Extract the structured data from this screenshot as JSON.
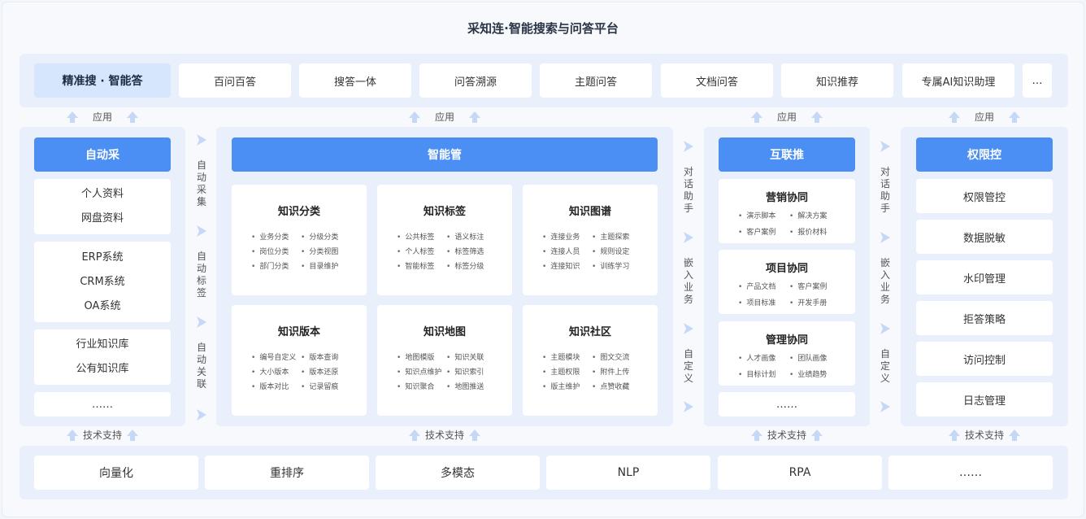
{
  "title": "采知连·智能搜索与问答平台",
  "top_row": {
    "highlight": "精准搜 · 智能答",
    "items": [
      "百问百答",
      "搜答一体",
      "问答溯源",
      "主题问答",
      "文档问答",
      "知识推荐",
      "专属AI知识助理",
      "…"
    ]
  },
  "labels": {
    "apply": "应用",
    "tech": "技术支持"
  },
  "col1": {
    "header": "自动采",
    "groups": [
      [
        "个人资料",
        "网盘资料"
      ],
      [
        "ERP系统",
        "CRM系统",
        "OA系统"
      ],
      [
        "行业知识库",
        "公有知识库"
      ],
      [
        "……"
      ]
    ]
  },
  "conn1": [
    "自动采集",
    "自动标签",
    "自动关联"
  ],
  "col2": {
    "header": "智能管",
    "cards": [
      {
        "title": "知识分类",
        "items": [
          "业务分类",
          "分级分类",
          "岗位分类",
          "分类视图",
          "部门分类",
          "目录维护"
        ]
      },
      {
        "title": "知识标签",
        "items": [
          "公共标签",
          "语义标注",
          "个人标签",
          "标签筛选",
          "智能标签",
          "标签分级"
        ]
      },
      {
        "title": "知识图谱",
        "items": [
          "连接业务",
          "主题探索",
          "连接人员",
          "规则设定",
          "连接知识",
          "训练学习"
        ]
      },
      {
        "title": "知识版本",
        "items": [
          "编号自定义",
          "版本查询",
          "大小版本",
          "版本还原",
          "版本对比",
          "记录留痕"
        ]
      },
      {
        "title": "知识地图",
        "items": [
          "地图模版",
          "知识关联",
          "知识点维护",
          "知识索引",
          "知识聚合",
          "地图推送"
        ]
      },
      {
        "title": "知识社区",
        "items": [
          "主题模块",
          "图文交流",
          "主题权限",
          "附件上传",
          "版主维护",
          "点赞收藏"
        ]
      }
    ]
  },
  "conn2": [
    "对话助手",
    "嵌入业务",
    "自定义"
  ],
  "col3": {
    "header": "互联推",
    "cards": [
      {
        "title": "营销协同",
        "items": [
          "演示脚本",
          "解决方案",
          "客户案例",
          "报价材料"
        ]
      },
      {
        "title": "项目协同",
        "items": [
          "产品文档",
          "客户案例",
          "项目标准",
          "开发手册"
        ]
      },
      {
        "title": "管理协同",
        "items": [
          "人才画像",
          "团队画像",
          "目标计划",
          "业绩趋势"
        ]
      }
    ],
    "more": "……"
  },
  "conn3": [
    "对话助手",
    "嵌入业务",
    "自定义"
  ],
  "col4": {
    "header": "权限控",
    "items": [
      "权限管控",
      "数据脱敏",
      "水印管理",
      "拒答策略",
      "访问控制",
      "日志管理"
    ]
  },
  "bottom_row": [
    "向量化",
    "重排序",
    "多模态",
    "NLP",
    "RPA",
    "……"
  ]
}
